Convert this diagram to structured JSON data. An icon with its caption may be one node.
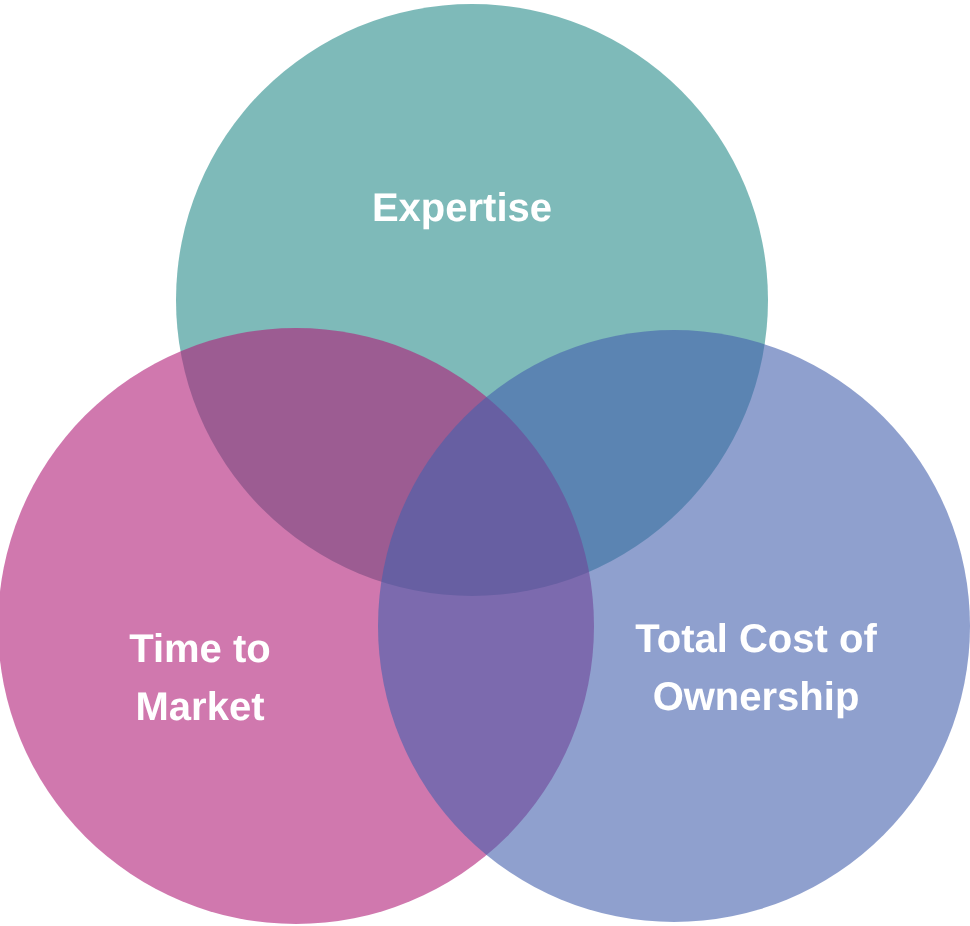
{
  "diagram": {
    "nodes": [
      {
        "text": [
          "Expertise"
        ]
      },
      {
        "text": [
          "Time to Market"
        ]
      },
      {
        "text": [
          "Total Cost of Ownership"
        ]
      }
    ]
  }
}
